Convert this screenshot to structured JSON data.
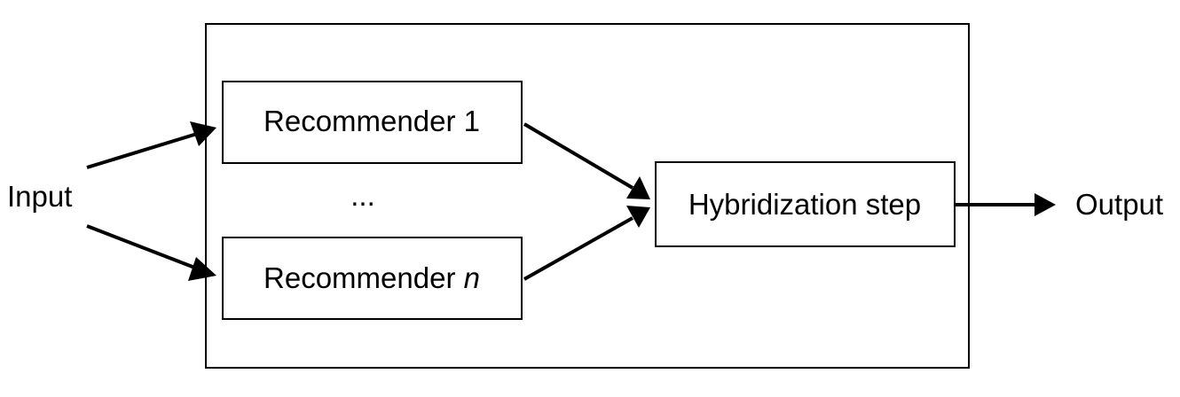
{
  "input_label": "Input",
  "output_label": "Output",
  "recommender_1": {
    "text": "Recommender 1"
  },
  "ellipsis": "...",
  "recommender_n": {
    "text": "Recommender ",
    "italic_suffix": "n"
  },
  "hybridization_step": "Hybridization step",
  "colors": {
    "stroke": "#000000",
    "background": "#ffffff"
  }
}
